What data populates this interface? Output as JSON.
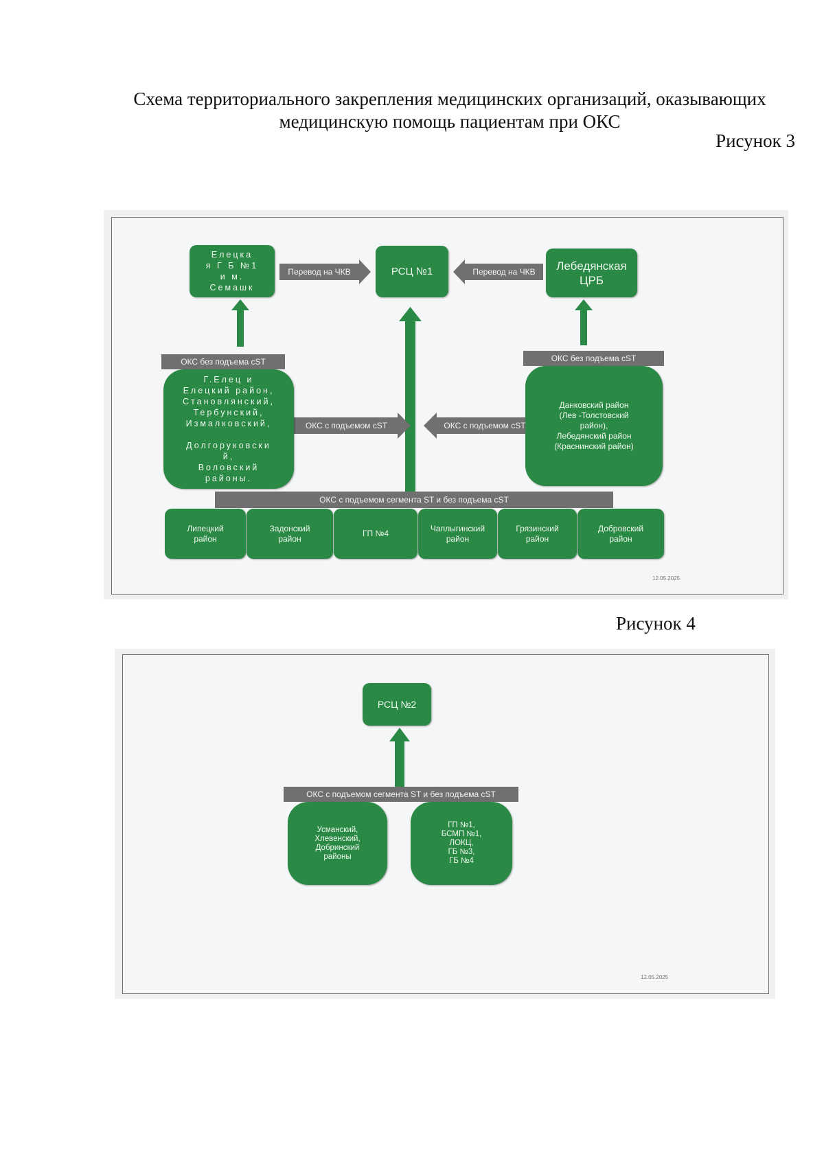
{
  "document": {
    "title": "Схема территориального закрепления медицинских организаций, оказывающих медицинскую помощь пациентам при ОКС",
    "figure3_caption": "Рисунок 3",
    "figure4_caption": "Рисунок 4"
  },
  "figure3": {
    "nodes": {
      "elets_gb": "Елецка\nя Г Б №1\nи м.\nСемашк",
      "rsc1": "РСЦ №1",
      "lebedyan": "Лебедянская\nЦРБ",
      "elets_area": "Г.Елец и\nЕлецкий район,\nСтановлянский,\nТербунский,\nИзмалковский,\n\nДолгоруковски\nй,\nВоловский\nрайоны.",
      "dankov_area": "Данковский район\n(Лев -Толстовский\nрайон),\nЛебедянский район\n(Краснинский район)",
      "lipetsk": "Липецкий\nрайон",
      "zadonsk": "Задонский\nрайон",
      "gp4": "ГП №4",
      "chaplygin": "Чаплыгинский\nрайон",
      "gryazi": "Грязинский\nрайон",
      "dobroe": "Добровский\nрайон"
    },
    "labels": {
      "transfer_left": "Перевод на ЧКВ",
      "transfer_right": "Перевод на ЧКВ",
      "no_st_left": "ОКС без подъема сST",
      "no_st_right": "ОКС без подъема сST",
      "st_left": "ОКС с подъемом сST",
      "st_right": "ОКС с подъемом сST",
      "st_both_bottom": "ОКС с подъемом сегмента ST и без подъема сST"
    },
    "date": "12.05.2025"
  },
  "figure4": {
    "nodes": {
      "rsc2": "РСЦ №2",
      "usman": "Усманский,\nХлевенский,\nДобринский\nрайоны",
      "gp1_group": "ГП №1,\nБСМП №1,\nЛОКЦ,\nГБ №3,\nГБ №4"
    },
    "labels": {
      "st_both": "ОКС с подъемом сегмента ST и без подъема сST"
    },
    "date": "12.05.2025"
  },
  "colors": {
    "box_green": "#2a8a45",
    "label_gray": "#6f706f",
    "arrow_green": "#2a8a45"
  }
}
